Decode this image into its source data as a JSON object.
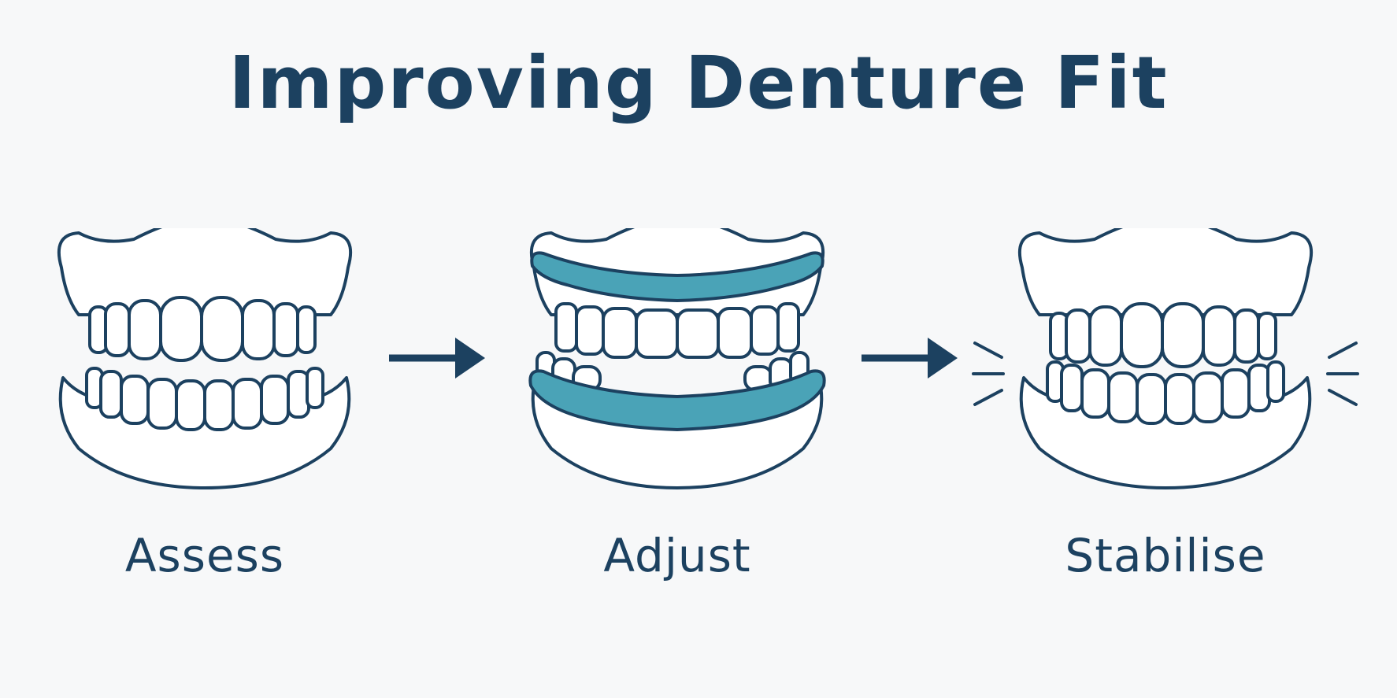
{
  "title": "Improving Denture Fit",
  "steps": [
    {
      "label": "Assess"
    },
    {
      "label": "Adjust"
    },
    {
      "label": "Stabilise"
    }
  ],
  "colors": {
    "text": "#1c4160",
    "outline": "#1c4160",
    "liner": "#4aa3b7",
    "background": "#f7f8f9"
  },
  "icons": [
    "denture-icon",
    "denture-with-liner-icon",
    "stable-denture-icon",
    "arrow-right-icon",
    "vibration-lines-icon"
  ]
}
